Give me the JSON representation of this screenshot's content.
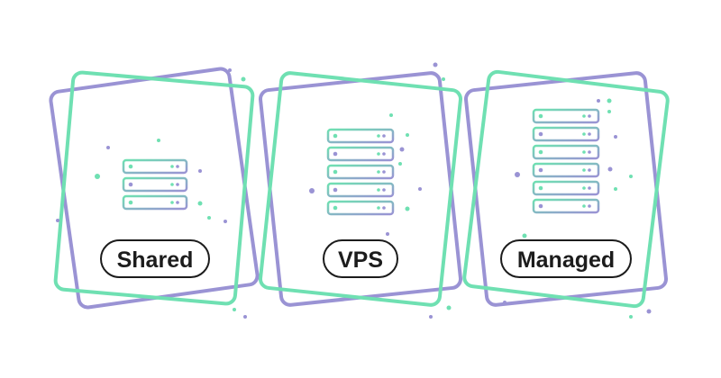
{
  "colors": {
    "purple": "#9a93d4",
    "green": "#6fe0b2",
    "outline": "#1c1c1c",
    "background": "#ffffff"
  },
  "cards": [
    {
      "label": "Shared",
      "servers": 3,
      "icon": "server-stack-icon"
    },
    {
      "label": "VPS",
      "servers": 5,
      "icon": "server-stack-icon"
    },
    {
      "label": "Managed",
      "servers": 6,
      "icon": "server-stack-icon"
    }
  ]
}
